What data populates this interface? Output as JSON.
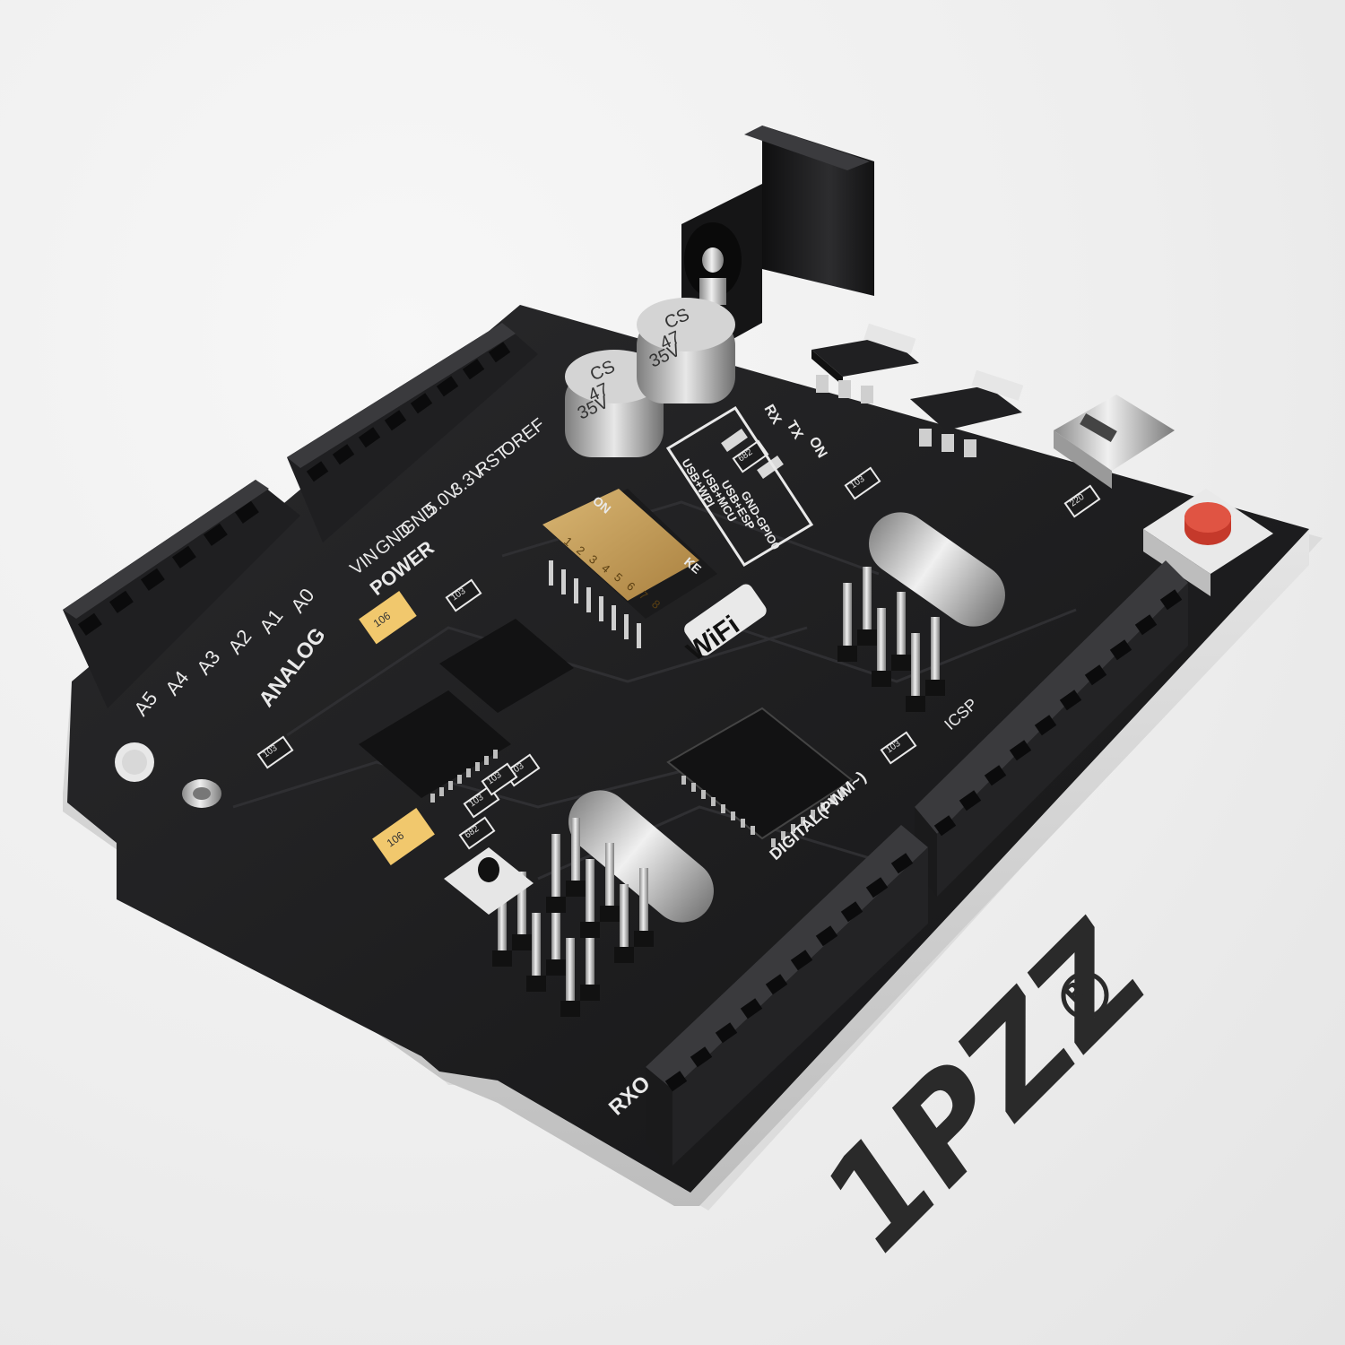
{
  "board": {
    "power_header": {
      "title": "POWER",
      "pins": [
        "OREF",
        "RST",
        "3.3V",
        "5.0V",
        "GND",
        "GND",
        "VIN"
      ]
    },
    "analog_header": {
      "title": "ANALOG",
      "pins": [
        "A0",
        "A1",
        "A2",
        "A3",
        "A4",
        "A5"
      ]
    },
    "capacitors": [
      {
        "brand": "CS",
        "value": "47",
        "voltage": "35V"
      },
      {
        "brand": "CS",
        "value": "47",
        "voltage": "35V"
      }
    ],
    "leds": [
      "RX",
      "TX",
      "ON"
    ],
    "dip_switch": {
      "on_label": "ON",
      "ke_label": "KE",
      "numbers": [
        "1",
        "2",
        "3",
        "4",
        "5",
        "6",
        "7",
        "8"
      ],
      "modes": [
        "USB+WPI",
        "USB+MCU",
        "USB+ESP",
        "GND-GPIO0"
      ]
    },
    "wifi_logo": "WiFi",
    "digital_label": "DIGITAL(PWM~)",
    "icsp_label": "ICSP",
    "rx_label": "RXO",
    "resistor_codes": [
      "103",
      "103",
      "103",
      "103",
      "103",
      "103",
      "220",
      "682",
      "682",
      "103"
    ],
    "tantalum_caps": [
      "106",
      "106"
    ]
  },
  "brand": {
    "mark": "1PZZ",
    "registered": "R"
  },
  "colors": {
    "pcb": "#1b1b1d",
    "header": "#232325",
    "silkscreen": "#e9e9e9",
    "dip": "#c9a25a",
    "reset_button": "#c5392b",
    "metal": "#c9c9c9"
  }
}
